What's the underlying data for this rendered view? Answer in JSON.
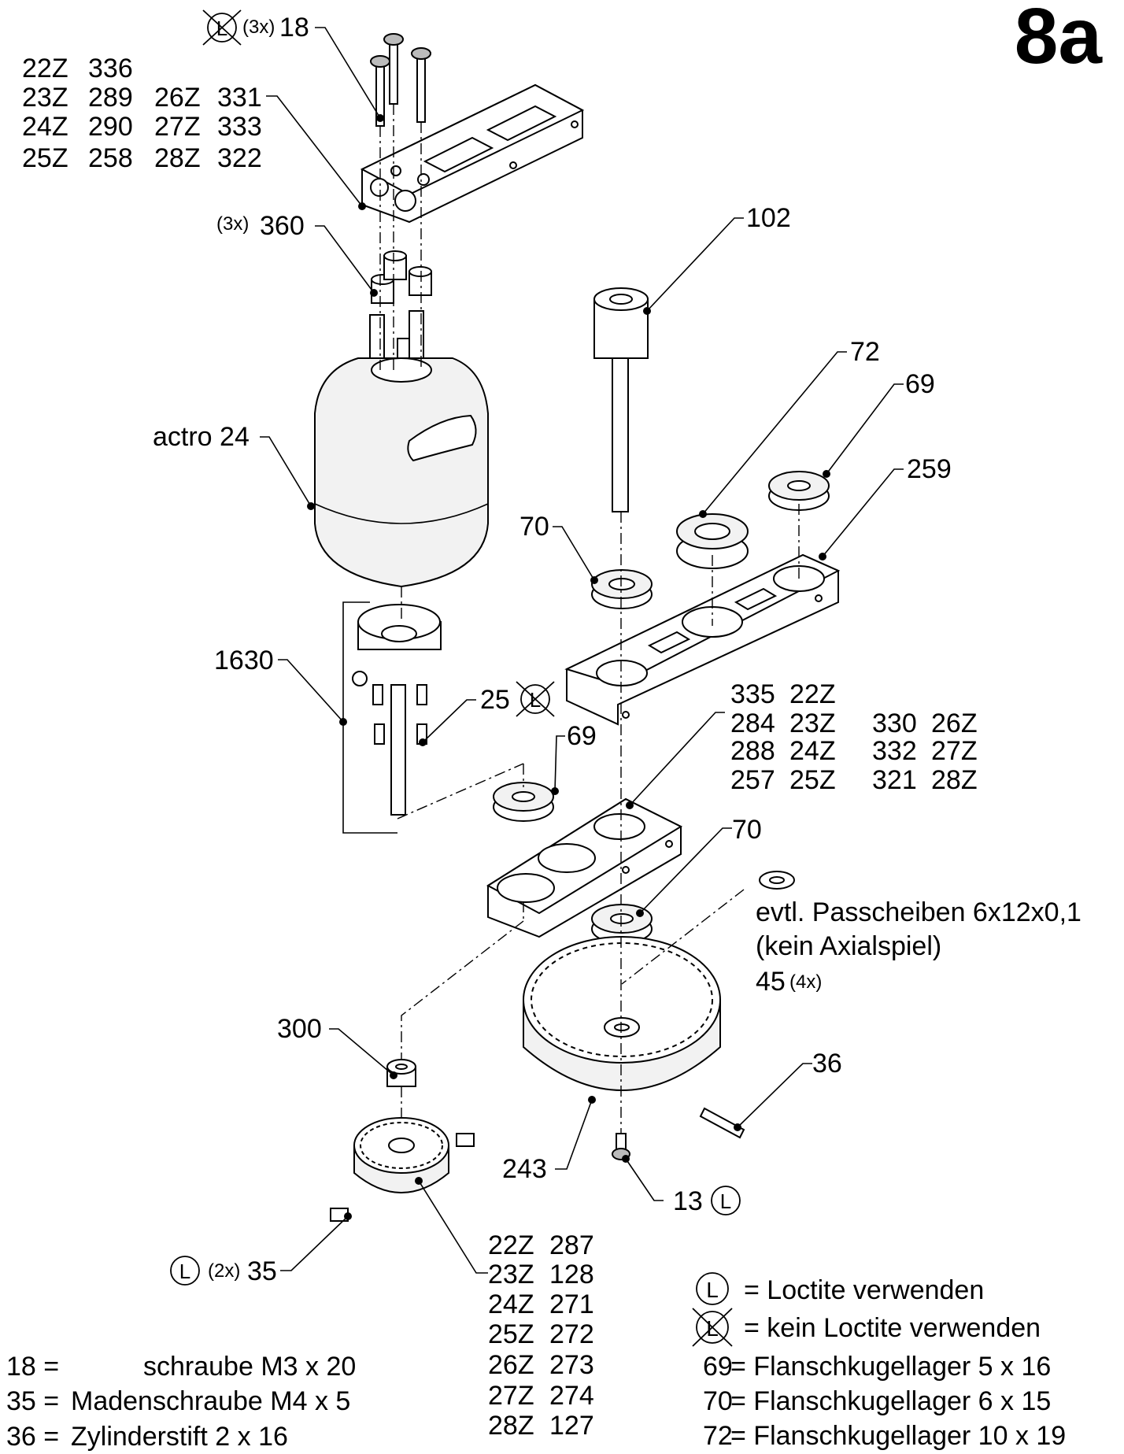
{
  "page_number": "8a",
  "callouts": {
    "p18": "18",
    "p18_qty": "(3x)",
    "p360": "360",
    "p360_qty": "(3x)",
    "p102": "102",
    "p72": "72",
    "p69a": "69",
    "p259": "259",
    "p70a": "70",
    "motor": "actro 24",
    "p1630": "1630",
    "p25": "25",
    "p69b": "69",
    "p70b": "70",
    "p300": "300",
    "p36": "36",
    "p243": "243",
    "p13": "13",
    "p35": "35",
    "p35_qty": "(2x)",
    "p45": "45",
    "p45_qty": "(4x)"
  },
  "notes": {
    "shim_line1": "evtl. Passcheiben 6x12x0,1",
    "shim_line2": "(kein Axialspiel)"
  },
  "top_plate_table": {
    "left": [
      [
        "22Z",
        "336"
      ],
      [
        "23Z",
        "289"
      ],
      [
        "24Z",
        "290"
      ],
      [
        "25Z",
        "258"
      ]
    ],
    "right": [
      [
        "26Z",
        "331"
      ],
      [
        "27Z",
        "333"
      ],
      [
        "28Z",
        "322"
      ]
    ]
  },
  "mid_plate_table": {
    "left": [
      [
        "335",
        "22Z"
      ],
      [
        "284",
        "23Z"
      ],
      [
        "288",
        "24Z"
      ],
      [
        "257",
        "25Z"
      ]
    ],
    "right": [
      [
        "330",
        "26Z"
      ],
      [
        "332",
        "27Z"
      ],
      [
        "321",
        "28Z"
      ]
    ]
  },
  "pinion_table": [
    [
      "22Z",
      "287"
    ],
    [
      "23Z",
      "128"
    ],
    [
      "24Z",
      "271"
    ],
    [
      "25Z",
      "272"
    ],
    [
      "26Z",
      "273"
    ],
    [
      "27Z",
      "274"
    ],
    [
      "28Z",
      "127"
    ]
  ],
  "legend_left": [
    {
      "num": "18 =",
      "text": "schraube M3 x 20"
    },
    {
      "num": "35 =",
      "text": "Madenschraube M4 x 5"
    },
    {
      "num": "36 =",
      "text": "Zylinderstift 2 x 16"
    }
  ],
  "legend_right": {
    "loctite_symbol": "L",
    "loctite": "= Loctite verwenden",
    "no_loctite": "= kein Loctite verwenden",
    "bearings": [
      {
        "num": "69",
        "text": "= Flanschkugellager 5 x 16"
      },
      {
        "num": "70",
        "text": "= Flanschkugellager 6 x 15"
      },
      {
        "num": "72",
        "text": "= Flanschkugellager 10 x 19"
      }
    ]
  }
}
